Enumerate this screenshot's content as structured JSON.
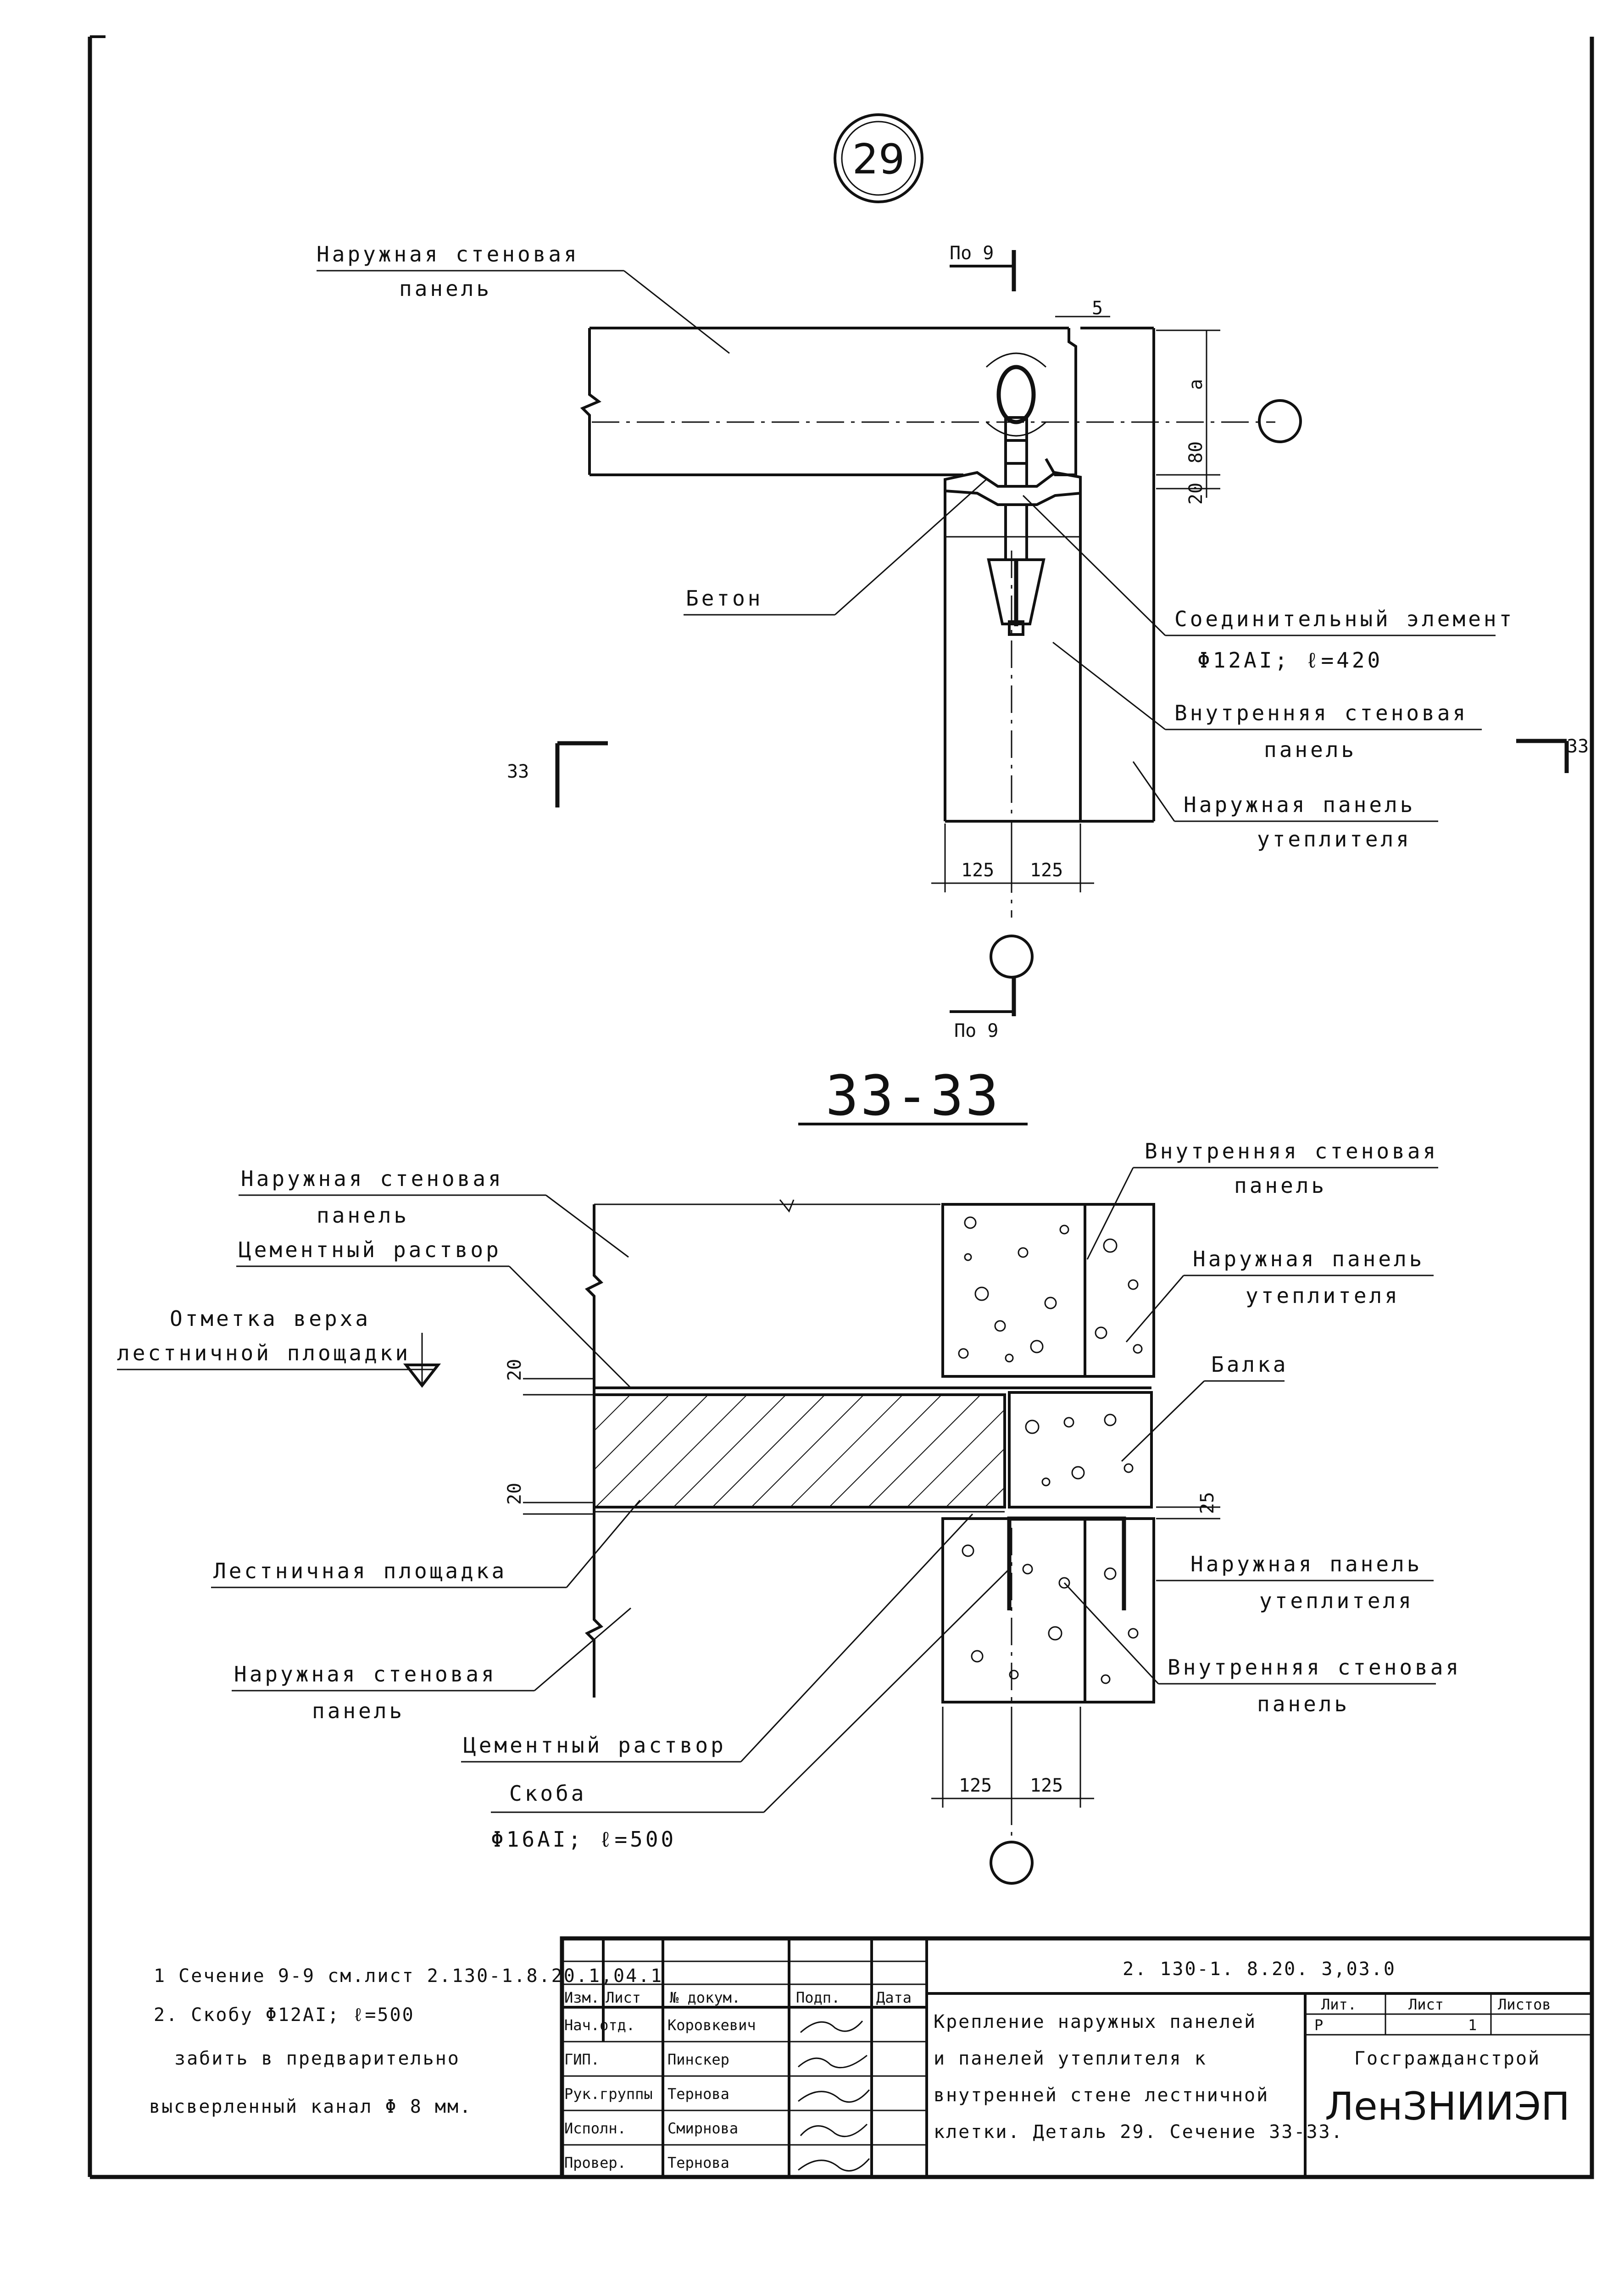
{
  "detail_number": "29",
  "plan_view": {
    "ref_top": "По 9",
    "ref_bottom": "По 9",
    "gap_dim": "5",
    "dim_a": "a",
    "dim_80": "80",
    "dim_20": "20",
    "dim_125_left": "125",
    "dim_125_right": "125",
    "cut_left": "33",
    "cut_right": "33",
    "label_outer_panel": [
      "Наружная стеновая",
      "панель"
    ],
    "label_concrete": "Бетон",
    "label_connector": [
      "Соединительный элемент",
      "Φ12AI; ℓ=420"
    ],
    "label_inner_panel": [
      "Внутренняя стеновая",
      "панель"
    ],
    "label_insulation": [
      "Наружная панель",
      "утеплителя"
    ]
  },
  "section_view": {
    "title": "33-33",
    "dim_20_top": "20",
    "dim_20_bottom": "20",
    "dim_25": "25",
    "dim_125_left": "125",
    "dim_125_right": "125",
    "label_outer_panel_top": [
      "Наружная стеновая",
      "панель"
    ],
    "label_mortar_top": "Цементный раствор",
    "label_landing_mark": [
      "Отметка верха",
      "лестничной площадки"
    ],
    "label_landing": "Лестничная площадка",
    "label_outer_panel_bottom": [
      "Наружная стеновая",
      "панель"
    ],
    "label_mortar_bottom": "Цементный раствор",
    "label_staple": [
      "Скоба",
      "Φ16AI; ℓ=500"
    ],
    "label_inner_panel_top": [
      "Внутренняя стеновая",
      "панель"
    ],
    "label_insulation_top": [
      "Наружная панель",
      "утеплителя"
    ],
    "label_beam": "Балка",
    "label_insulation_bottom": [
      "Наружная панель",
      "утеплителя"
    ],
    "label_inner_panel_bottom": [
      "Внутренняя стеновая",
      "панель"
    ]
  },
  "notes": [
    "1 Сечение 9-9 см.лист 2.130-1.8.20.1,04.1",
    "2. Скобу Φ12AI; ℓ=500",
    "забить в предварительно",
    "высверленный канал Φ 8 мм."
  ],
  "title_block": {
    "code": "2. 130-1. 8.20. 3,03.0",
    "headers": [
      "Изм.",
      "Лист",
      "№ докум.",
      "Подп.",
      "Дата"
    ],
    "roles": [
      "Нач.отд.",
      "ГИП.",
      "Рук.группы",
      "Исполн.",
      "Провер."
    ],
    "names": [
      "Коровкевич",
      "Пинскер",
      "Тернова",
      "Смирнова",
      "Тернова"
    ],
    "description": [
      "Крепление наружных панелей",
      "и панелей утеплителя к",
      "внутренней стене лестничной",
      "клетки. Деталь 29. Сечение 33-33."
    ],
    "stage_label": "Лит.",
    "sheet_label": "Лист",
    "sheets_label": "Листов",
    "stage_value": "Р",
    "sheet_value": "1",
    "org_top": "Госгражданстрой",
    "org_name": "ЛенЗНИИЭП"
  }
}
